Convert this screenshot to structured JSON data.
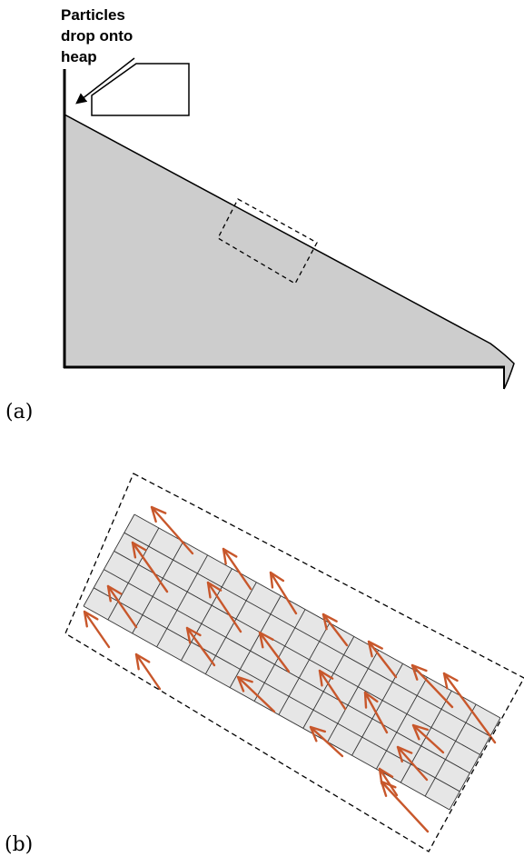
{
  "annotation": {
    "lines": [
      "Particles",
      "drop onto",
      "heap"
    ]
  },
  "panels": {
    "a": {
      "label": "(a)"
    },
    "b": {
      "label": "(b)"
    }
  },
  "colors": {
    "heap_fill": "#cdcdcd",
    "strip_fill": "#e6e6e6",
    "grid": "#333333",
    "arrow": "#c8572b",
    "outline": "#000000"
  },
  "icons": {
    "hopper": "hopper-icon",
    "drop_arrow": "drop-arrow-icon",
    "velocity": "velocity-arrow-icon"
  }
}
